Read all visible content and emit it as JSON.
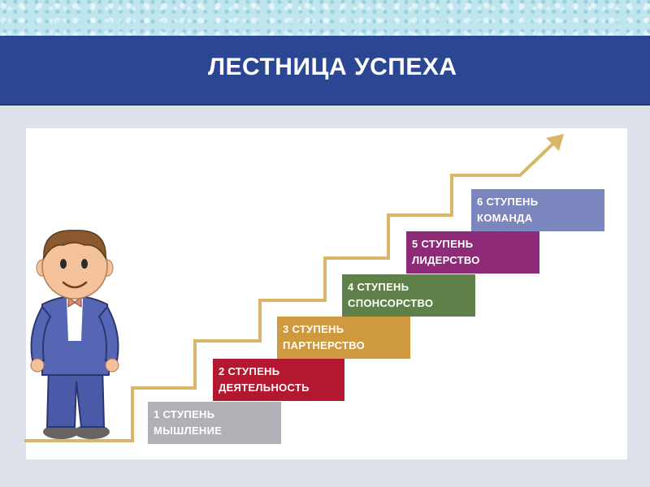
{
  "header": {
    "title": "ЛЕСТНИЦА УСПЕХА"
  },
  "colors": {
    "header_bg": "#2b4692",
    "stair_line": "#d9b565",
    "step_1": "#b3afb6",
    "step_2": "#b2182f",
    "step_3": "#cf9a3f",
    "step_4": "#5f8048",
    "step_5": "#8e2a78",
    "step_6": "#7b86bf"
  },
  "steps": [
    {
      "number": "1 СТУПЕНЬ",
      "name": "МЫШЛЕНИЕ"
    },
    {
      "number": "2 СТУПЕНЬ",
      "name": "ДЕЯТЕЛЬНОСТЬ"
    },
    {
      "number": "3 СТУПЕНЬ",
      "name": "ПАРТНЕРСТВО"
    },
    {
      "number": "4 СТУПЕНЬ",
      "name": "СПОНСОРСТВО"
    },
    {
      "number": "5 СТУПЕНЬ",
      "name": "ЛИДЕРСТВО"
    },
    {
      "number": "6 СТУПЕНЬ",
      "name": "КОМАНДА"
    }
  ],
  "illustration": {
    "figure": "businessman-cartoon",
    "arrow": "up-arrow-icon"
  }
}
